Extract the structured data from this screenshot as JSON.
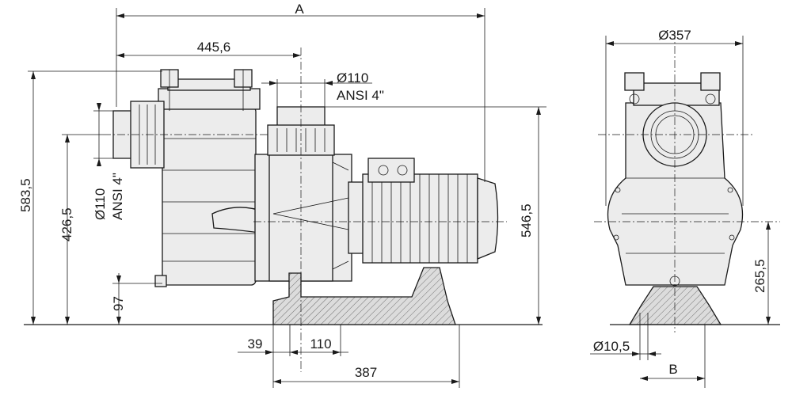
{
  "front_view": {
    "overall_length": "A",
    "inlet_to_outlet": "445,6",
    "outlet_diameter": "Ø110",
    "outlet_standard": "ANSI 4\"",
    "inlet_diameter": "Ø110",
    "inlet_standard": "ANSI 4\"",
    "overall_height": "583,5",
    "inlet_height": "426,5",
    "outlet_height": "546,5",
    "drain_height": "97",
    "base_offset": "39",
    "base_hole_spacing": "110",
    "base_length": "387"
  },
  "side_view": {
    "pot_diameter": "Ø357",
    "shaft_height": "265,5",
    "mount_hole": "Ø10,5",
    "base_width": "B"
  }
}
